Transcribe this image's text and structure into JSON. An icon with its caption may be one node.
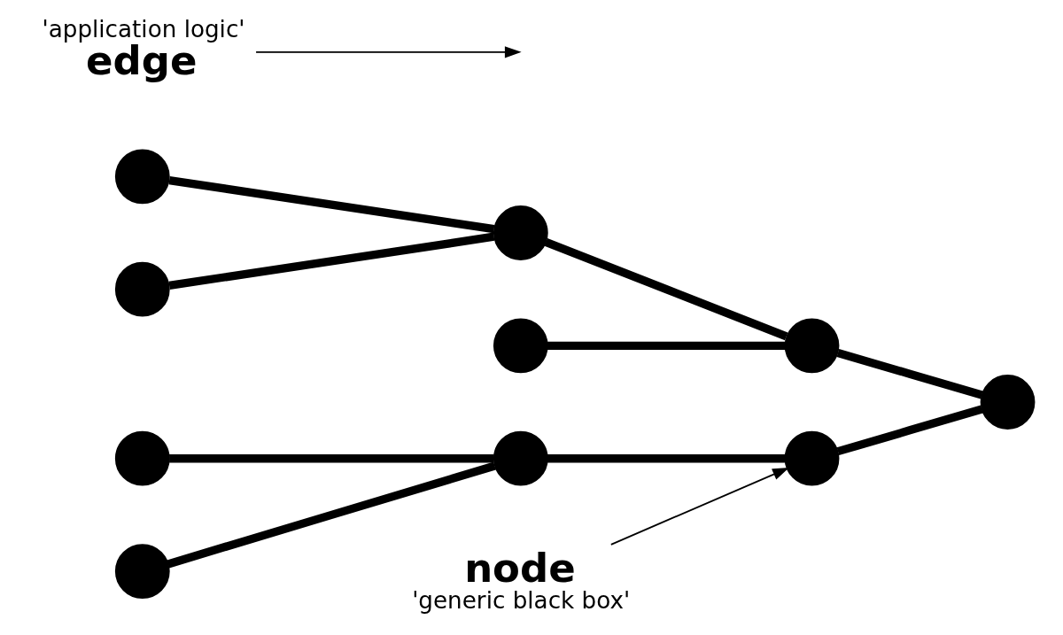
{
  "diagram": {
    "nodes": [
      {
        "text": [],
        "shape": "circle"
      },
      {
        "text": [],
        "shape": "circle"
      },
      {
        "text": [],
        "shape": "circle"
      },
      {
        "text": [],
        "shape": "circle"
      },
      {
        "text": [],
        "shape": "circle"
      },
      {
        "text": [],
        "shape": "circle"
      },
      {
        "text": [],
        "shape": "circle"
      },
      {
        "text": [],
        "shape": "circle"
      },
      {
        "text": [],
        "shape": "circle"
      },
      {
        "text": [],
        "shape": "circle"
      },
      {
        "text": [
          "'application logic'",
          "edge"
        ]
      },
      {
        "text": [
          "node",
          "'generic black box'"
        ]
      }
    ],
    "edges": [
      {
        "from": 0,
        "to": 4,
        "arrow": "none"
      },
      {
        "from": 1,
        "to": 4,
        "arrow": "none"
      },
      {
        "from": 4,
        "to": 7,
        "arrow": "none"
      },
      {
        "from": 5,
        "to": 7,
        "arrow": "none"
      },
      {
        "from": 7,
        "to": 9,
        "arrow": "none"
      },
      {
        "from": 2,
        "to": 6,
        "arrow": "none"
      },
      {
        "from": 3,
        "to": 6,
        "arrow": "none"
      },
      {
        "from": 6,
        "to": 8,
        "arrow": "none"
      },
      {
        "from": 8,
        "to": 9,
        "arrow": "none"
      },
      {
        "from": 10,
        "to": null,
        "arrow": "to"
      },
      {
        "from": 11,
        "to": 8,
        "arrow": "to"
      }
    ]
  }
}
